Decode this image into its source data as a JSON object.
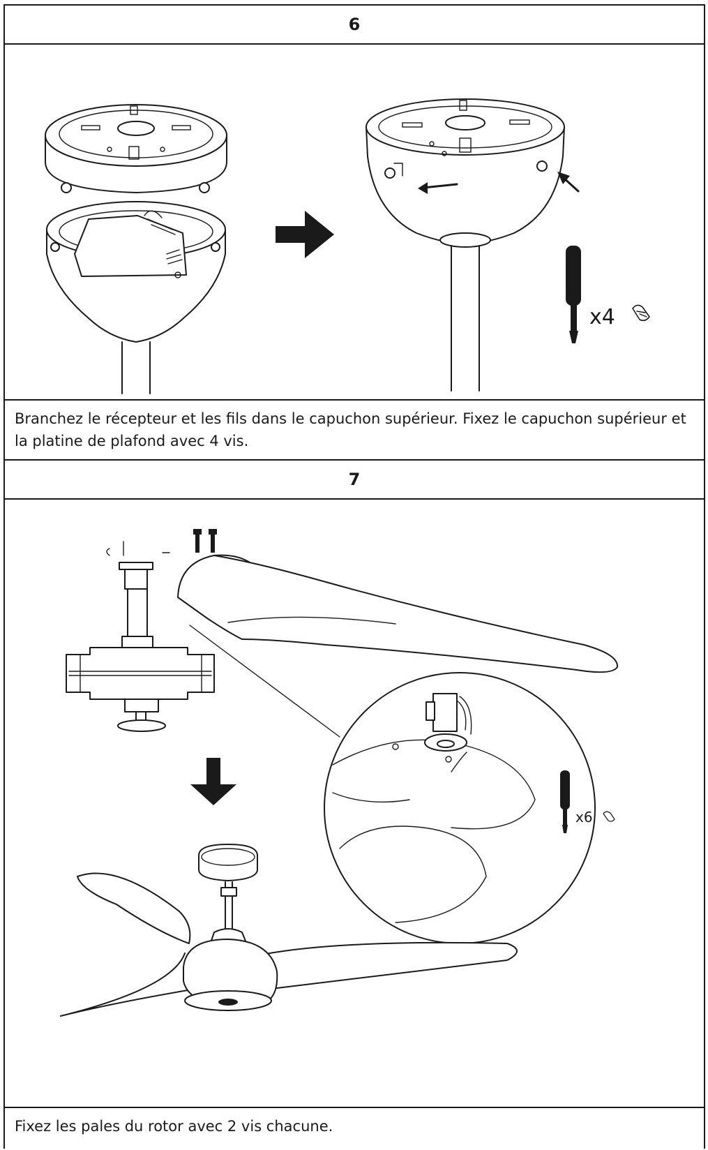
{
  "steps": [
    {
      "number": "6",
      "caption": "Branchez le récepteur et les fils dans le capuchon supérieur. Fixez le capuchon supérieur et la platine de plafond avec 4 vis.",
      "screw_quantity": "x4"
    },
    {
      "number": "7",
      "caption": "Fixez les pales du rotor avec 2 vis chacune.",
      "screw_quantity": "x6"
    }
  ]
}
